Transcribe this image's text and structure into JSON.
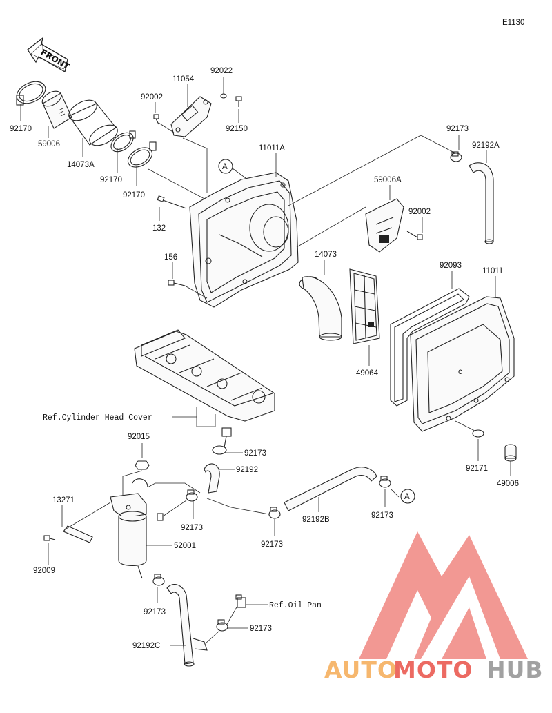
{
  "diagram_code": "E1130",
  "front_label": "FRONT",
  "ref_labels": {
    "cylinder_head_cover": "Ref.Cylinder Head Cover",
    "oil_pan": "Ref.Oil Pan"
  },
  "callout_letter": "A",
  "parts": {
    "p92170a": "92170",
    "p59006": "59006",
    "p14073a": "14073A",
    "p92170b": "92170",
    "p92170c": "92170",
    "p11054": "11054",
    "p92022": "92022",
    "p92002a": "92002",
    "p92150": "92150",
    "p11011a": "11011A",
    "p132": "132",
    "p156": "156",
    "p14073": "14073",
    "p92173a": "92173",
    "p92192a": "92192A",
    "p59006a": "59006A",
    "p92002b": "92002",
    "p92093": "92093",
    "p11011": "11011",
    "p49064": "49064",
    "p92171": "92171",
    "p49006": "49006",
    "p92015": "92015",
    "p92173b": "92173",
    "p92192": "92192",
    "p13271": "13271",
    "p92173c": "92173",
    "p92173d": "92173",
    "p92192b": "92192B",
    "p92173e": "92173",
    "p52001": "52001",
    "p92009": "92009",
    "p92173f": "92173",
    "p92173g": "92173",
    "p92192c": "92192C"
  },
  "watermark": {
    "part1": "AUTO",
    "part2": "MOTO",
    "part3": "HUB",
    "colors": {
      "red": "#e8453c",
      "orange": "#f4a64a",
      "gray": "#8a8a8a"
    }
  }
}
